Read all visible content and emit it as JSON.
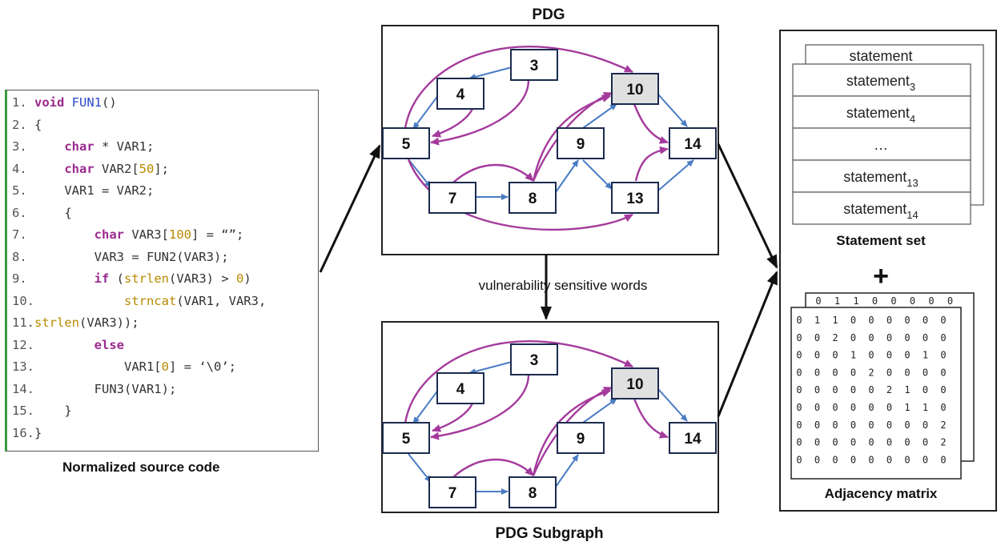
{
  "source_code": {
    "caption": "Normalized source code",
    "lines": [
      [
        {
          "t": "1. ",
          "c": "ln"
        },
        {
          "t": "void ",
          "c": "kw"
        },
        {
          "t": "FUN1",
          "c": "fn"
        },
        {
          "t": "()",
          "c": ""
        }
      ],
      [
        {
          "t": "2. ",
          "c": "ln"
        },
        {
          "t": "{",
          "c": ""
        }
      ],
      [
        {
          "t": "3.     ",
          "c": "ln"
        },
        {
          "t": "char",
          "c": "kw"
        },
        {
          "t": " * VAR1;",
          "c": ""
        }
      ],
      [
        {
          "t": "4.     ",
          "c": "ln"
        },
        {
          "t": "char",
          "c": "kw"
        },
        {
          "t": " VAR2[",
          "c": ""
        },
        {
          "t": "50",
          "c": "num"
        },
        {
          "t": "];",
          "c": ""
        }
      ],
      [
        {
          "t": "5.     ",
          "c": "ln"
        },
        {
          "t": "VAR1 = VAR2;",
          "c": ""
        }
      ],
      [
        {
          "t": "6.     ",
          "c": "ln"
        },
        {
          "t": "{",
          "c": ""
        }
      ],
      [
        {
          "t": "7.         ",
          "c": "ln"
        },
        {
          "t": "char",
          "c": "kw"
        },
        {
          "t": " VAR3[",
          "c": ""
        },
        {
          "t": "100",
          "c": "num"
        },
        {
          "t": "] = “”;",
          "c": ""
        }
      ],
      [
        {
          "t": "8.         ",
          "c": "ln"
        },
        {
          "t": "VAR3 = FUN2(VAR3);",
          "c": ""
        }
      ],
      [
        {
          "t": "9.         ",
          "c": "ln"
        },
        {
          "t": "if",
          "c": "kw"
        },
        {
          "t": " (",
          "c": ""
        },
        {
          "t": "strlen",
          "c": "bi"
        },
        {
          "t": "(VAR3) > ",
          "c": ""
        },
        {
          "t": "0",
          "c": "num"
        },
        {
          "t": ")",
          "c": ""
        }
      ],
      [
        {
          "t": "10.            ",
          "c": "ln"
        },
        {
          "t": "strncat",
          "c": "bi"
        },
        {
          "t": "(VAR1, VAR3,",
          "c": ""
        }
      ],
      [
        {
          "t": "11.",
          "c": "ln"
        },
        {
          "t": "strlen",
          "c": "bi"
        },
        {
          "t": "(VAR3));",
          "c": ""
        }
      ],
      [
        {
          "t": "12.        ",
          "c": "ln"
        },
        {
          "t": "else",
          "c": "kw"
        }
      ],
      [
        {
          "t": "13.            ",
          "c": "ln"
        },
        {
          "t": "VAR1[",
          "c": ""
        },
        {
          "t": "0",
          "c": "num"
        },
        {
          "t": "] = ‘\\0’;",
          "c": ""
        }
      ],
      [
        {
          "t": "14.        ",
          "c": "ln"
        },
        {
          "t": "FUN3(VAR1);",
          "c": ""
        }
      ],
      [
        {
          "t": "15.    ",
          "c": "ln"
        },
        {
          "t": "}",
          "c": ""
        }
      ],
      [
        {
          "t": "16.",
          "c": "ln"
        },
        {
          "t": "}",
          "c": ""
        }
      ]
    ]
  },
  "pdg": {
    "title": "PDG",
    "subgraph_title": "PDG Subgraph",
    "middle_label": "vulnerability sensitive words",
    "nodes": [
      "3",
      "4",
      "5",
      "7",
      "8",
      "9",
      "10",
      "13",
      "14"
    ],
    "subgraph_nodes": [
      "3",
      "4",
      "5",
      "7",
      "8",
      "9",
      "10",
      "14"
    ],
    "highlight_node": "10",
    "colors": {
      "control": "#4a7cc4",
      "data": "#a43a9c",
      "highlight": "#e0e0e0",
      "arrow": "#111111"
    }
  },
  "statements": {
    "caption": "Statement set",
    "back_label": "statement",
    "items": [
      {
        "base": "statement",
        "sub": "3"
      },
      {
        "base": "statement",
        "sub": "4"
      },
      {
        "base": "…",
        "sub": ""
      },
      {
        "base": "statement",
        "sub": "13"
      },
      {
        "base": "statement",
        "sub": "14"
      }
    ]
  },
  "plus_sign": "+",
  "matrix": {
    "caption": "Adjacency matrix",
    "back_first_row": [
      0,
      1,
      1,
      0,
      0,
      0,
      0,
      0
    ],
    "rows": [
      [
        0,
        1,
        1,
        0,
        0,
        0,
        0,
        0,
        0
      ],
      [
        0,
        0,
        2,
        0,
        0,
        0,
        0,
        0,
        0
      ],
      [
        0,
        0,
        0,
        1,
        0,
        0,
        0,
        1,
        0
      ],
      [
        0,
        0,
        0,
        0,
        2,
        0,
        0,
        0,
        0
      ],
      [
        0,
        0,
        0,
        0,
        0,
        2,
        1,
        0,
        0
      ],
      [
        0,
        0,
        0,
        0,
        0,
        0,
        1,
        1,
        0
      ],
      [
        0,
        0,
        0,
        0,
        0,
        0,
        0,
        0,
        2
      ],
      [
        0,
        0,
        0,
        0,
        0,
        0,
        0,
        0,
        2
      ],
      [
        0,
        0,
        0,
        0,
        0,
        0,
        0,
        0,
        0
      ]
    ]
  }
}
